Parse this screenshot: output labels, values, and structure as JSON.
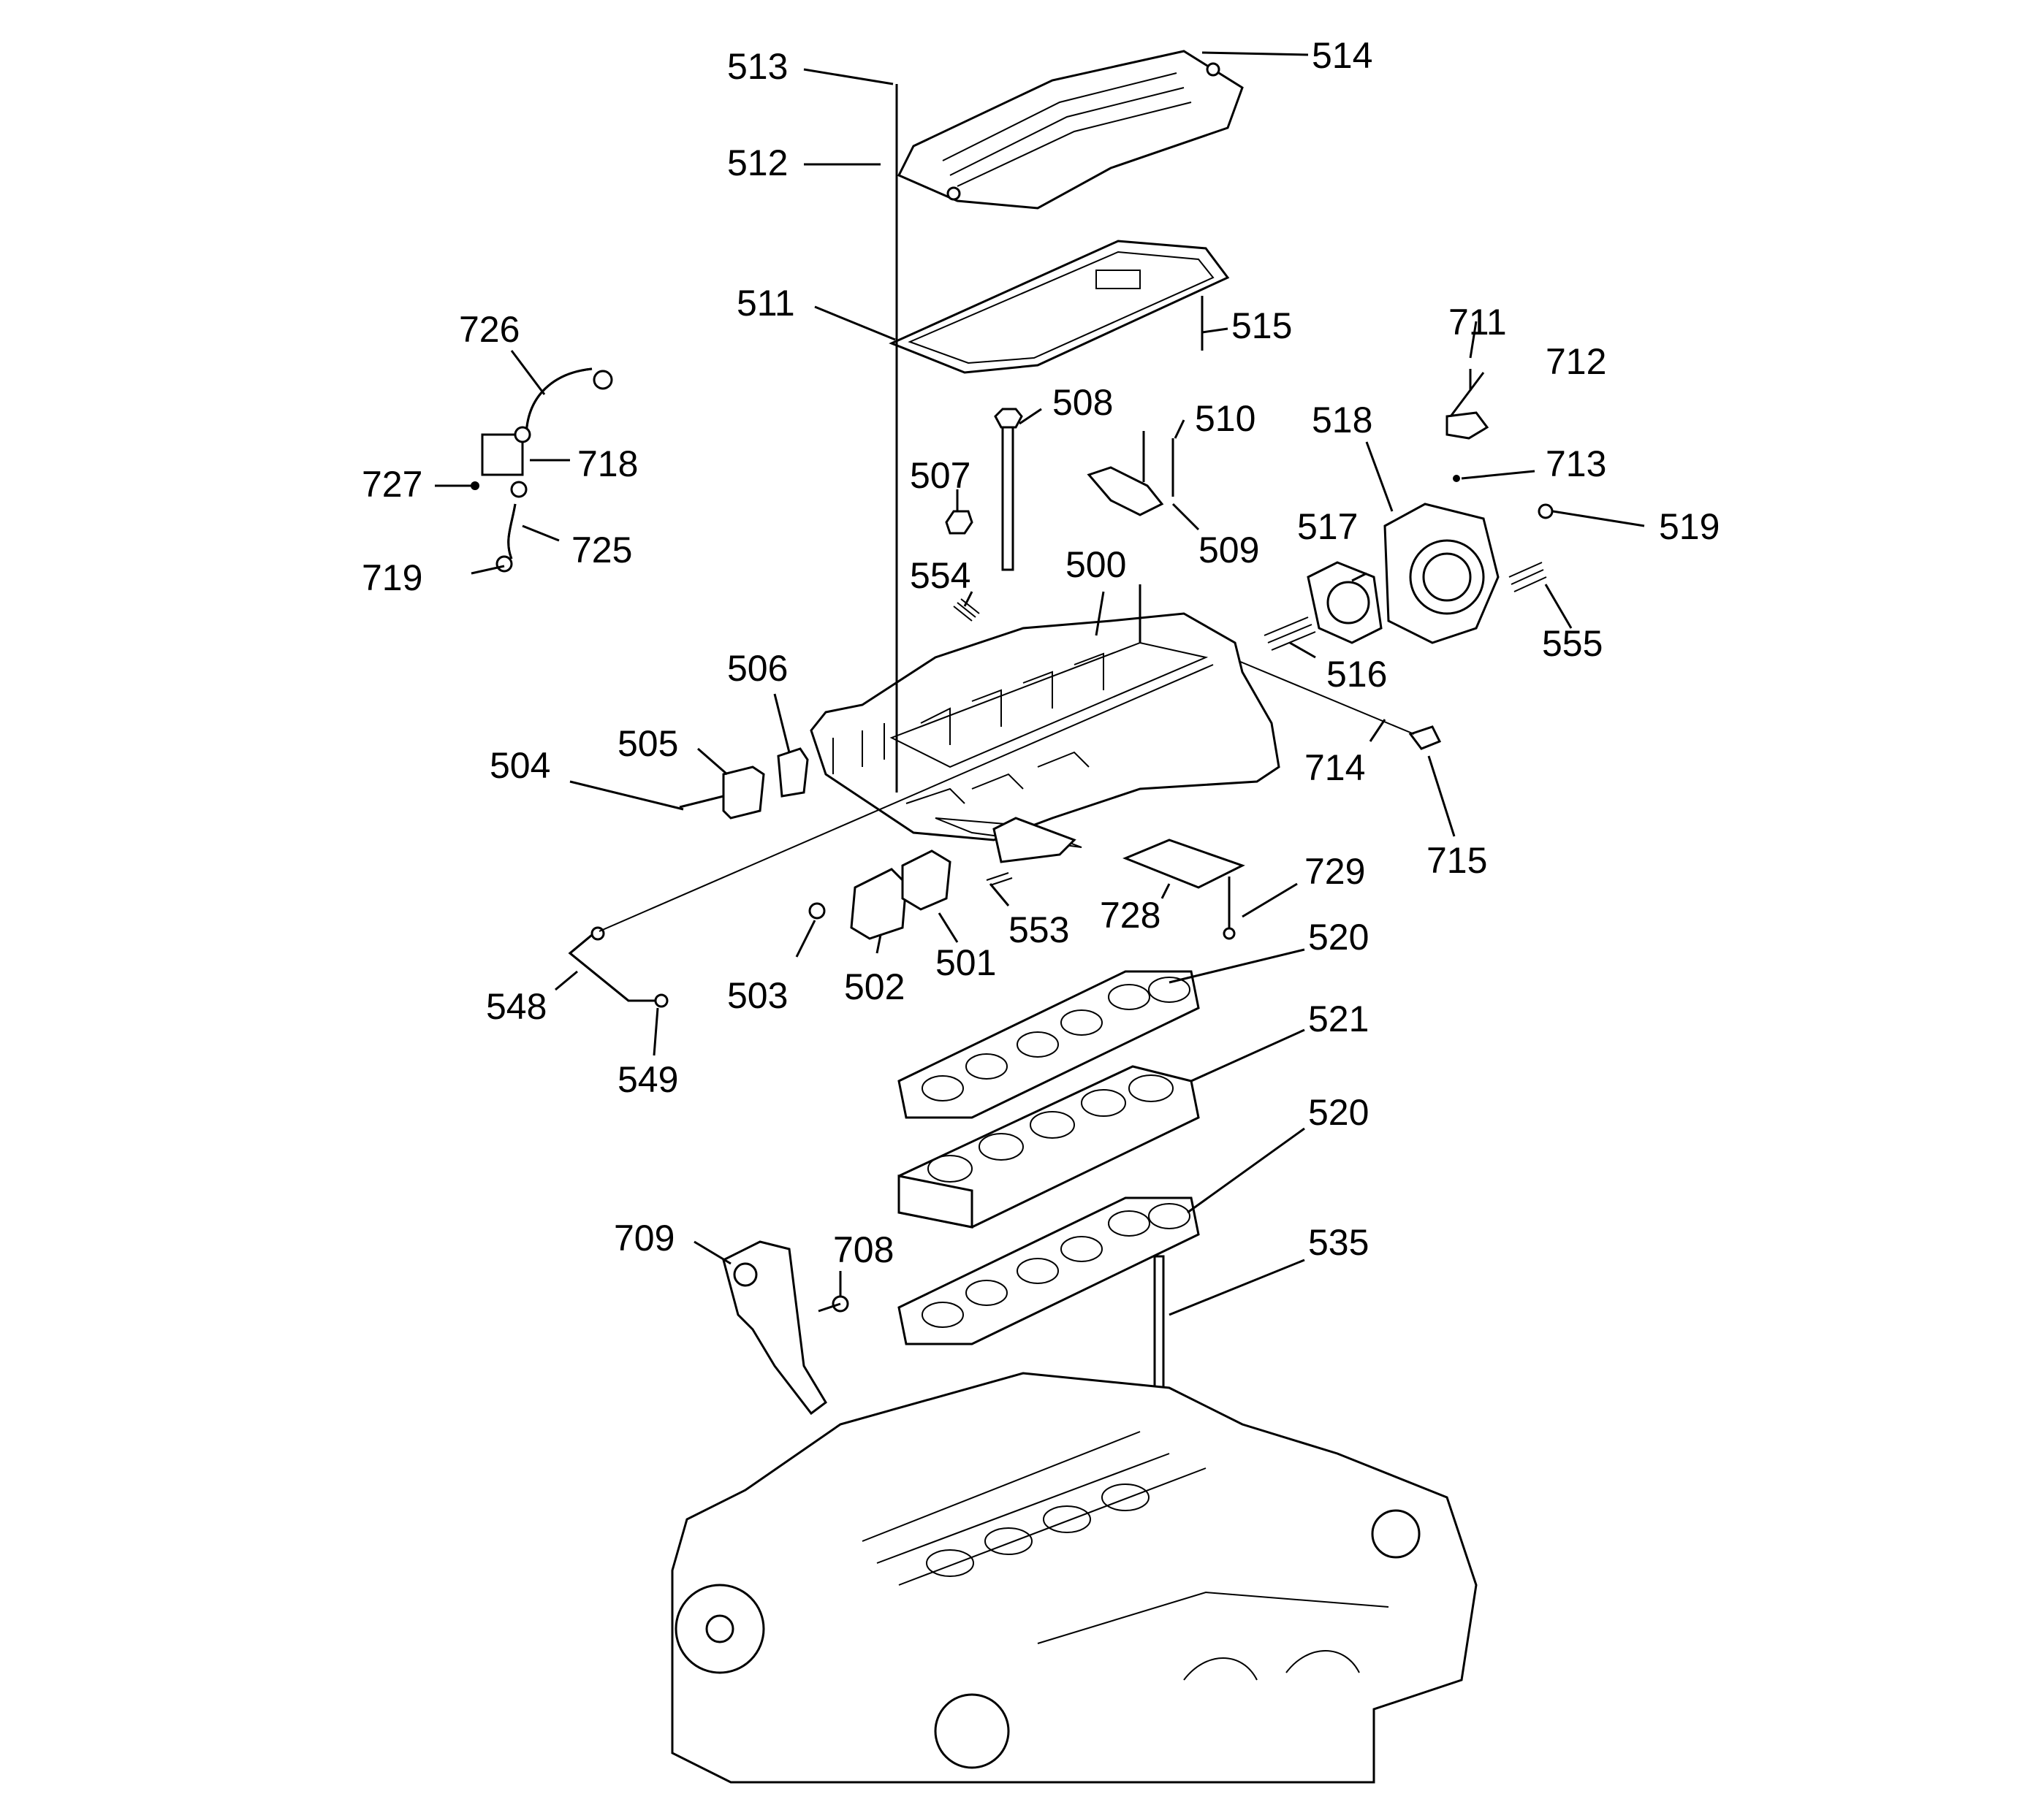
{
  "diagram": {
    "callouts": [
      {
        "id": "513",
        "label": "513"
      },
      {
        "id": "514",
        "label": "514"
      },
      {
        "id": "512",
        "label": "512"
      },
      {
        "id": "511",
        "label": "511"
      },
      {
        "id": "515",
        "label": "515"
      },
      {
        "id": "726",
        "label": "726"
      },
      {
        "id": "711",
        "label": "711"
      },
      {
        "id": "712",
        "label": "712"
      },
      {
        "id": "718",
        "label": "718"
      },
      {
        "id": "727",
        "label": "727"
      },
      {
        "id": "508",
        "label": "508"
      },
      {
        "id": "510",
        "label": "510"
      },
      {
        "id": "518",
        "label": "518"
      },
      {
        "id": "713",
        "label": "713"
      },
      {
        "id": "507",
        "label": "507"
      },
      {
        "id": "719",
        "label": "719"
      },
      {
        "id": "725",
        "label": "725"
      },
      {
        "id": "509",
        "label": "509"
      },
      {
        "id": "517",
        "label": "517"
      },
      {
        "id": "519",
        "label": "519"
      },
      {
        "id": "500",
        "label": "500"
      },
      {
        "id": "554",
        "label": "554"
      },
      {
        "id": "555",
        "label": "555"
      },
      {
        "id": "506",
        "label": "506"
      },
      {
        "id": "516",
        "label": "516"
      },
      {
        "id": "505",
        "label": "505"
      },
      {
        "id": "504",
        "label": "504"
      },
      {
        "id": "714",
        "label": "714"
      },
      {
        "id": "715",
        "label": "715"
      },
      {
        "id": "729",
        "label": "729"
      },
      {
        "id": "728",
        "label": "728"
      },
      {
        "id": "553",
        "label": "553"
      },
      {
        "id": "501",
        "label": "501"
      },
      {
        "id": "520a",
        "label": "520"
      },
      {
        "id": "503",
        "label": "503"
      },
      {
        "id": "502",
        "label": "502"
      },
      {
        "id": "548",
        "label": "548"
      },
      {
        "id": "549",
        "label": "549"
      },
      {
        "id": "521",
        "label": "521"
      },
      {
        "id": "520b",
        "label": "520"
      },
      {
        "id": "709",
        "label": "709"
      },
      {
        "id": "708",
        "label": "708"
      },
      {
        "id": "535",
        "label": "535"
      }
    ]
  }
}
